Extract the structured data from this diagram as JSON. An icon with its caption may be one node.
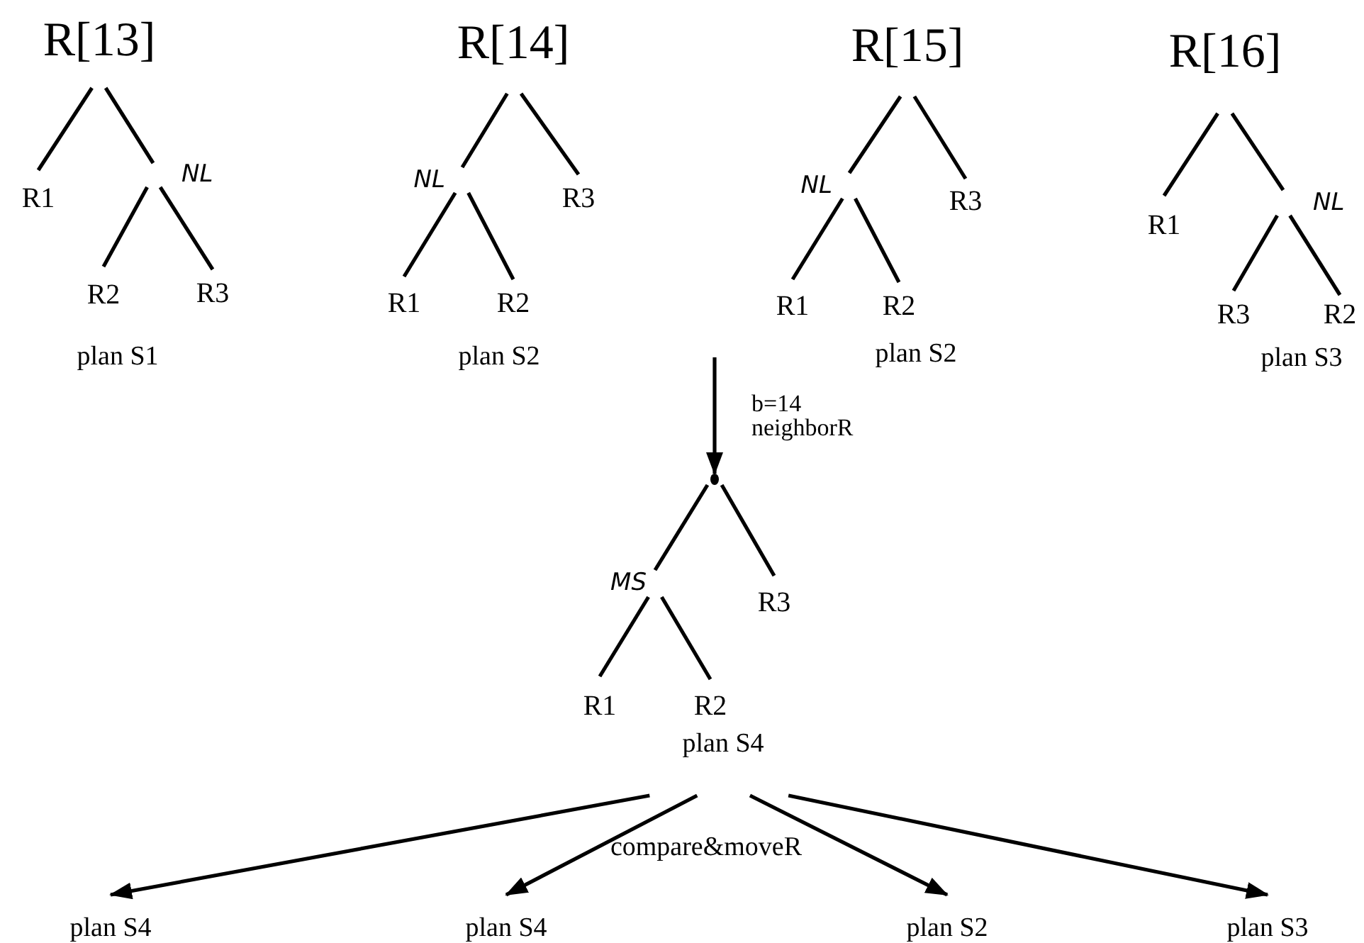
{
  "diagram": {
    "nodes": [
      {
        "text": [
          "R[13]"
        ]
      },
      {
        "text": [
          "R1"
        ]
      },
      {
        "text": [
          "NL"
        ]
      },
      {
        "text": [
          "R2"
        ]
      },
      {
        "text": [
          "R3"
        ]
      },
      {
        "text": [
          "R[14]"
        ]
      },
      {
        "text": [
          "NL"
        ]
      },
      {
        "text": [
          "R3"
        ]
      },
      {
        "text": [
          "R1"
        ]
      },
      {
        "text": [
          "R2"
        ]
      },
      {
        "text": [
          "R[15]"
        ]
      },
      {
        "text": [
          "NL"
        ]
      },
      {
        "text": [
          "R3"
        ]
      },
      {
        "text": [
          "R1"
        ]
      },
      {
        "text": [
          "R2"
        ]
      },
      {
        "text": [
          "R[16]"
        ]
      },
      {
        "text": [
          "R1"
        ]
      },
      {
        "text": [
          "NL"
        ]
      },
      {
        "text": [
          "R3"
        ]
      },
      {
        "text": [
          "R2"
        ]
      },
      {
        "text": [],
        "shape": "point"
      },
      {
        "text": [
          "MS"
        ]
      },
      {
        "text": [
          "R3"
        ]
      },
      {
        "text": [
          "R1"
        ]
      },
      {
        "text": [
          "R2"
        ]
      },
      {
        "text": [
          "plan S4"
        ]
      },
      {
        "text": [
          "plan S4"
        ]
      },
      {
        "text": [
          "plan S4"
        ]
      },
      {
        "text": [
          "plan S2"
        ]
      },
      {
        "text": [
          "plan S3"
        ]
      }
    ],
    "edges": [
      {
        "from": 0,
        "to": 1,
        "arrow": "none"
      },
      {
        "from": 0,
        "to": 2,
        "arrow": "none"
      },
      {
        "from": 2,
        "to": 3,
        "arrow": "none"
      },
      {
        "from": 2,
        "to": 4,
        "arrow": "none"
      },
      {
        "from": 5,
        "to": 6,
        "arrow": "none"
      },
      {
        "from": 5,
        "to": 7,
        "arrow": "none"
      },
      {
        "from": 6,
        "to": 8,
        "arrow": "none"
      },
      {
        "from": 6,
        "to": 9,
        "arrow": "none"
      },
      {
        "from": 10,
        "to": 11,
        "arrow": "none"
      },
      {
        "from": 10,
        "to": 12,
        "arrow": "none"
      },
      {
        "from": 11,
        "to": 13,
        "arrow": "none"
      },
      {
        "from": 11,
        "to": 14,
        "arrow": "none"
      },
      {
        "from": 15,
        "to": 16,
        "arrow": "none"
      },
      {
        "from": 15,
        "to": 17,
        "arrow": "none"
      },
      {
        "from": 17,
        "to": 18,
        "arrow": "none"
      },
      {
        "from": 17,
        "to": 19,
        "arrow": "none"
      },
      {
        "from": null,
        "to": 20,
        "arrow": "to",
        "label": "b=14 neighborR"
      },
      {
        "from": 20,
        "to": 21,
        "arrow": "none"
      },
      {
        "from": 20,
        "to": 22,
        "arrow": "none"
      },
      {
        "from": 21,
        "to": 23,
        "arrow": "none"
      },
      {
        "from": 21,
        "to": 24,
        "arrow": "none"
      },
      {
        "from": 25,
        "to": 26,
        "arrow": "to"
      },
      {
        "from": 25,
        "to": 27,
        "arrow": "to"
      },
      {
        "from": 25,
        "to": 28,
        "arrow": "to"
      },
      {
        "from": 25,
        "to": 29,
        "arrow": "to"
      }
    ],
    "labels": [
      "plan S1",
      "plan S2",
      "plan S2",
      "plan S3",
      "compare&moveR"
    ]
  }
}
